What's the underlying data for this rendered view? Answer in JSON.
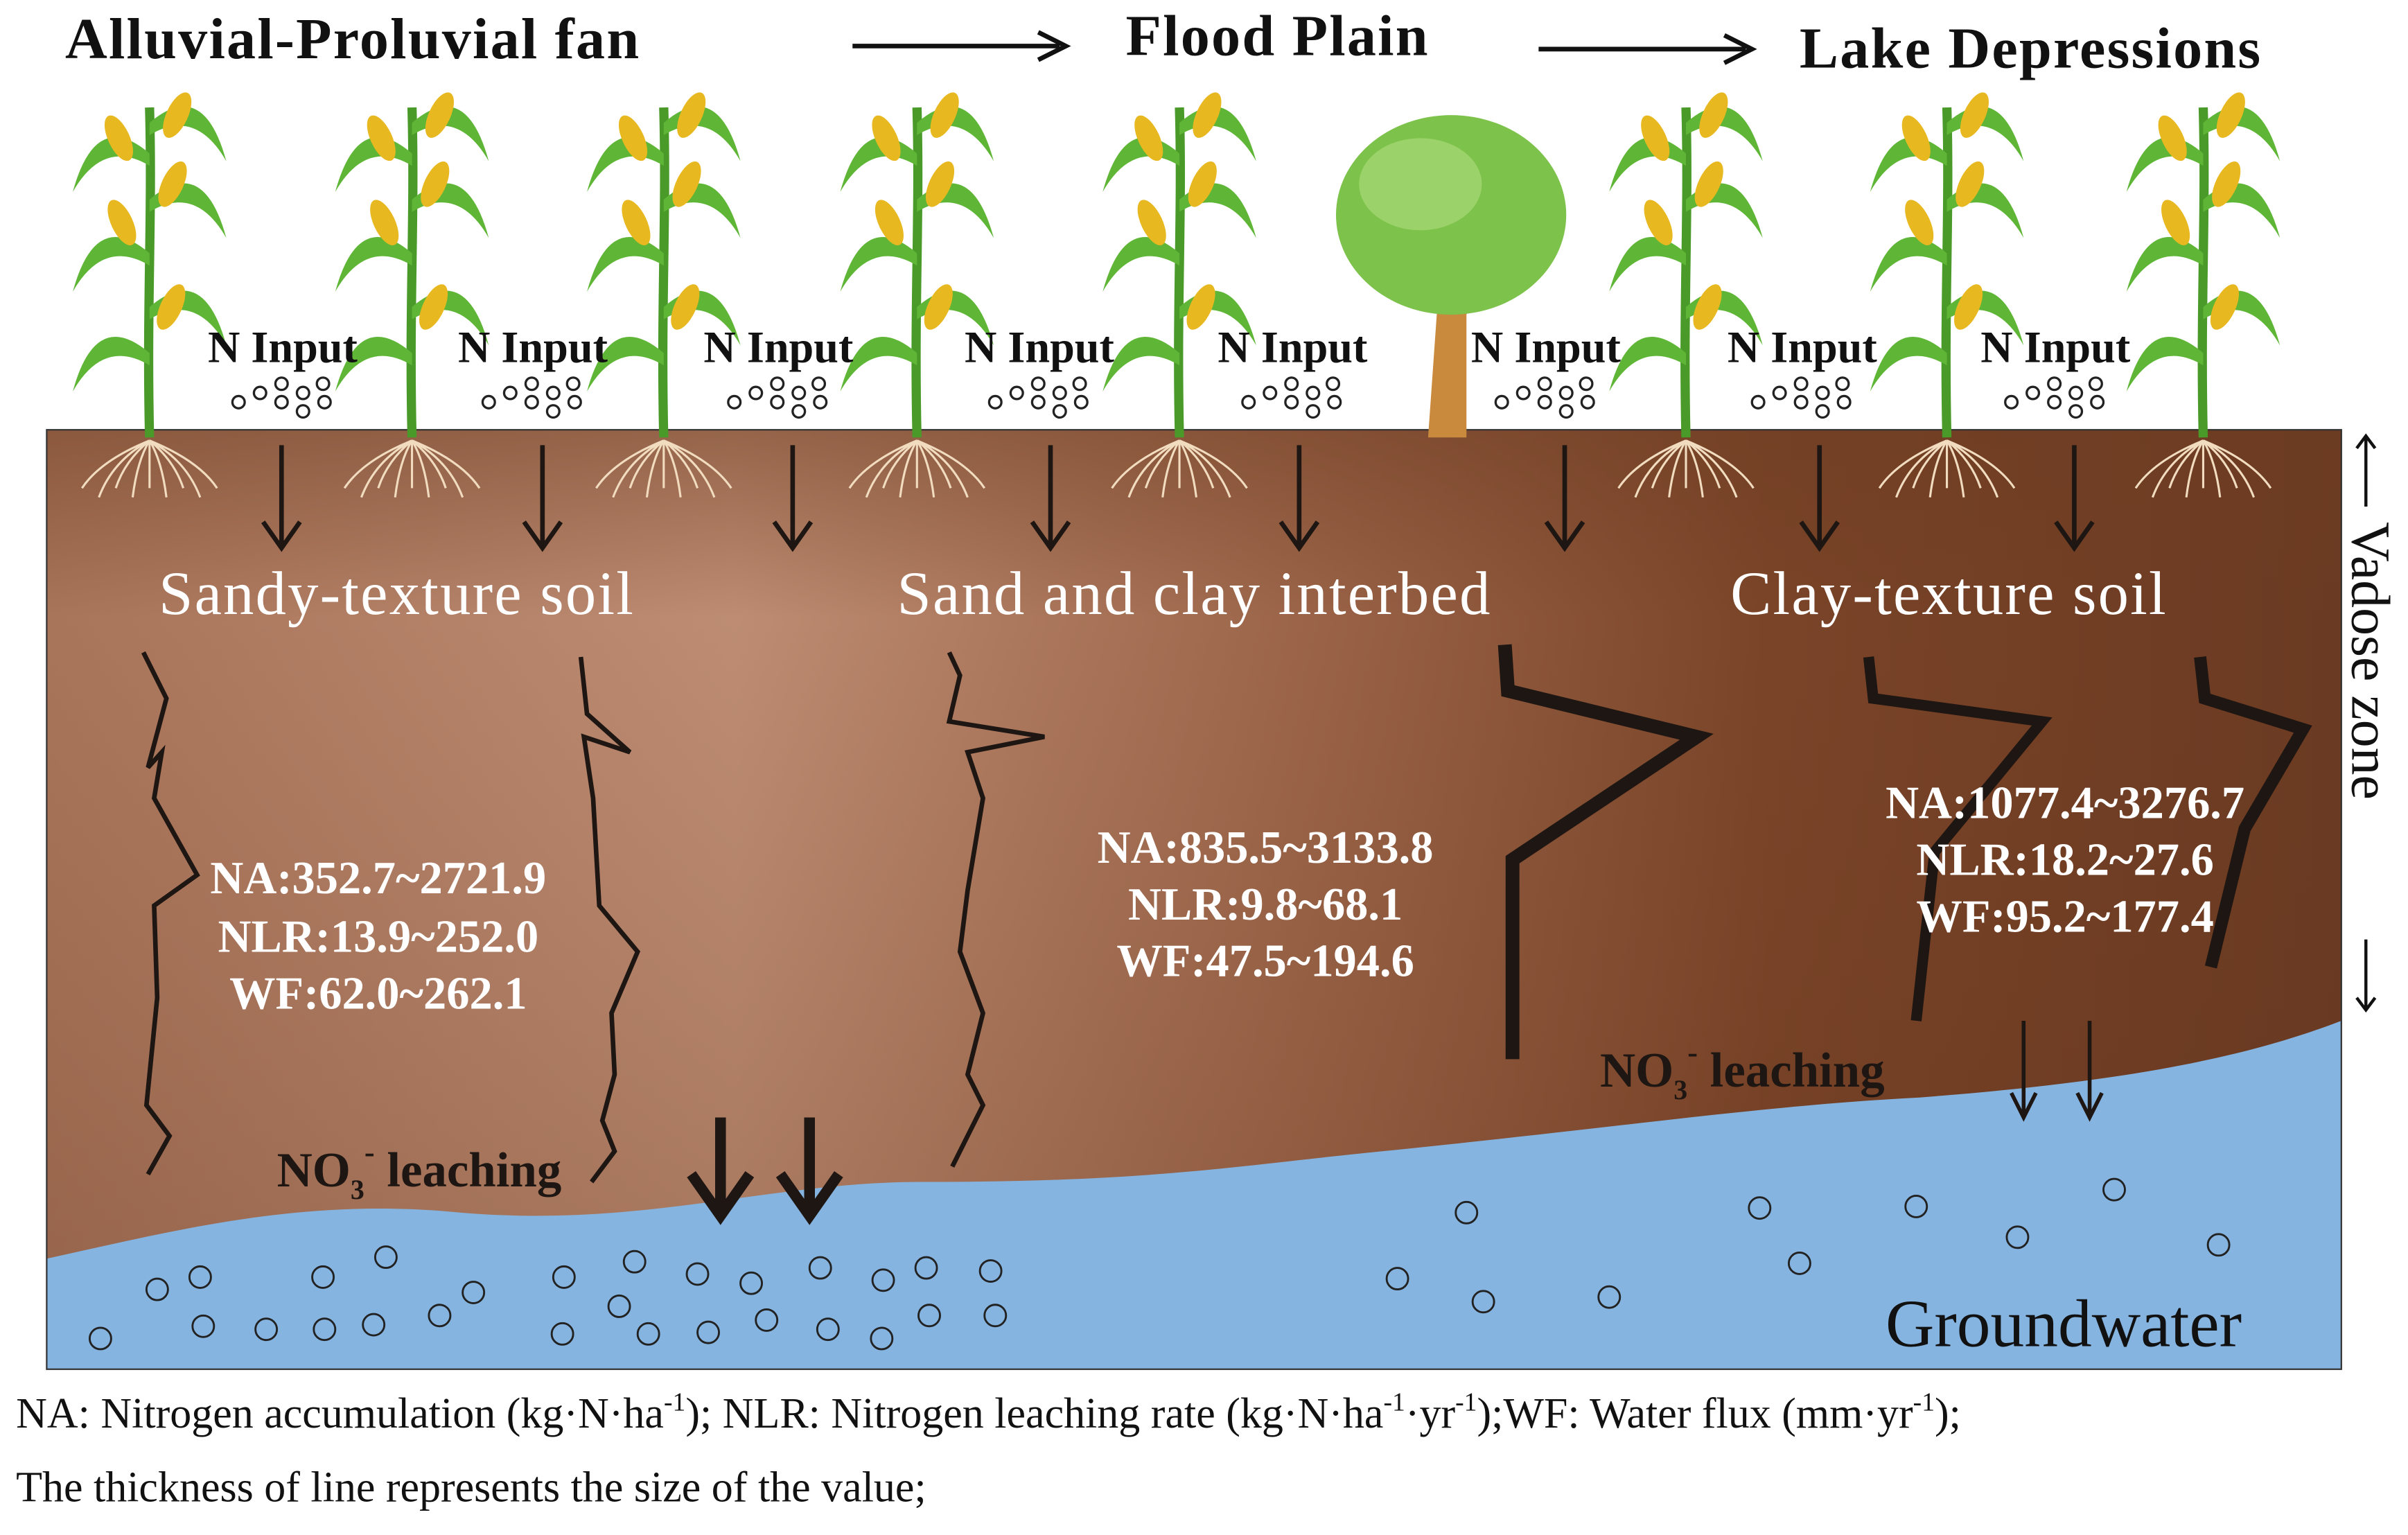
{
  "header": {
    "stage1": "Alluvial-Proluvial fan",
    "stage2": "Flood Plain",
    "stage3": "Lake Depressions"
  },
  "n_input_label": "N Input",
  "soil_types": {
    "sandy": "Sandy-texture soil",
    "interbed": "Sand and clay interbed",
    "clay": "Clay-texture soil"
  },
  "stats": {
    "sandy": {
      "na": "NA:352.7~2721.9",
      "nlr": "NLR:13.9~252.0",
      "wf": "WF:62.0~262.1"
    },
    "interbed": {
      "na": "NA:835.5~3133.8",
      "nlr": "NLR:9.8~68.1",
      "wf": "WF:47.5~194.6"
    },
    "clay": {
      "na": "NA:1077.4~3276.7",
      "nlr": "NLR:18.2~27.6",
      "wf": "WF:95.2~177.4"
    }
  },
  "leaching": {
    "base": "NO",
    "sub": "3",
    "sup": "-",
    "rest": " leaching"
  },
  "vadose_zone": "Vadose zone",
  "groundwater": "Groundwater",
  "legend": {
    "line1": [
      {
        "t": "NA: Nitrogen accumulation (kg·N·ha"
      },
      {
        "t": "-1",
        "sup": true
      },
      {
        "t": "); NLR: Nitrogen leaching rate (kg·N·ha"
      },
      {
        "t": "-1",
        "sup": true
      },
      {
        "t": "·yr"
      },
      {
        "t": "-1",
        "sup": true
      },
      {
        "t": ");WF: Water flux (mm·yr"
      },
      {
        "t": "-1",
        "sup": true
      },
      {
        "t": ");"
      }
    ],
    "line2": "The thickness of line represents the size of the value;"
  },
  "colors": {
    "soil_light": "#c08e74",
    "soil_dark": "#6e3d22",
    "water": "#86b4e0",
    "text_dark": "#111111"
  }
}
